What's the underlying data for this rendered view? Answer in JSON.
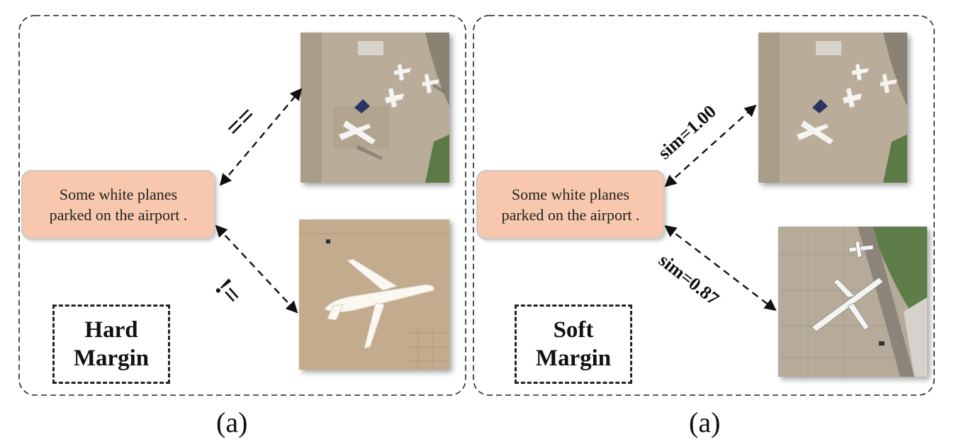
{
  "left_panel": {
    "caption_text": "Some white planes parked on the airport .",
    "relation_top": "==",
    "relation_bottom": "!=",
    "margin_label": "Hard Margin",
    "figure_label": "(a)",
    "image_top": "aerial-airport-apron-image",
    "image_bottom": "aerial-single-plane-image"
  },
  "right_panel": {
    "caption_text": "Some white planes parked on the airport .",
    "relation_top": "sim=1.00",
    "relation_bottom": "sim=0.87",
    "margin_label": "Soft Margin",
    "figure_label": "(a)",
    "image_top": "aerial-airport-apron-image",
    "image_bottom": "aerial-airport-runway-image"
  },
  "colors": {
    "caption_fill": "#f7c8ad",
    "tarmac": "#b8aa95",
    "grass": "#5f7d48"
  }
}
